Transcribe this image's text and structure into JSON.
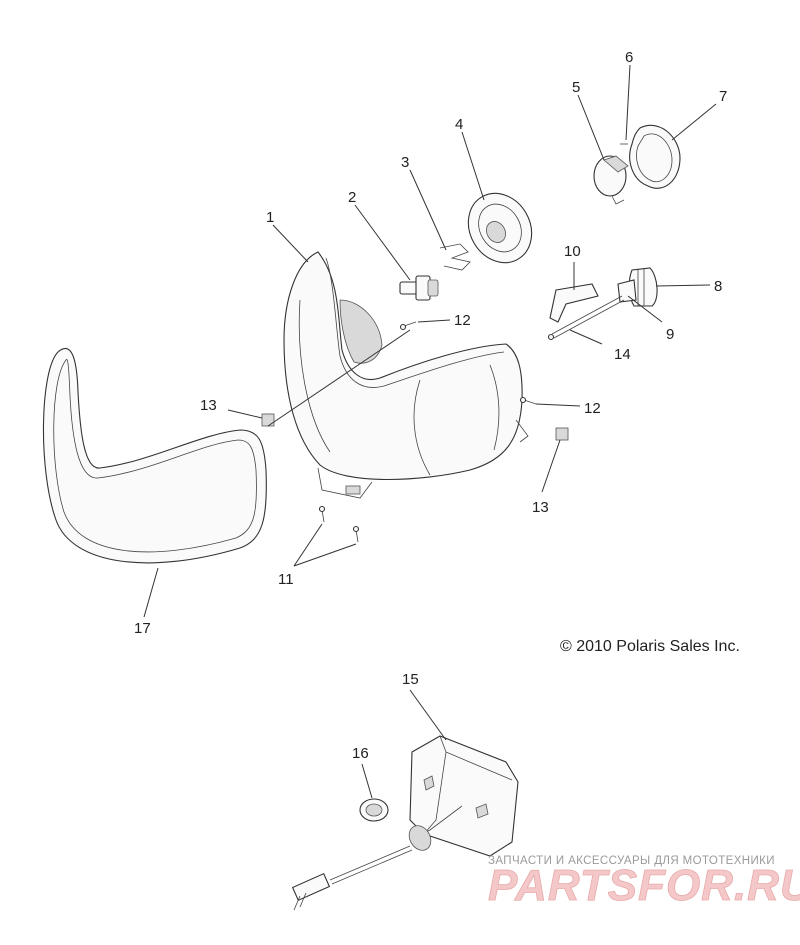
{
  "callouts": {
    "c1": "1",
    "c2": "2",
    "c3": "3",
    "c4": "4",
    "c5": "5",
    "c6": "6",
    "c7": "7",
    "c8": "8",
    "c9": "9",
    "c10": "10",
    "c11": "11",
    "c12a": "12",
    "c12b": "12",
    "c13a": "13",
    "c13b": "13",
    "c14": "14",
    "c15": "15",
    "c16": "16",
    "c17": "17"
  },
  "copyright": "© 2010 Polaris Sales Inc.",
  "watermark": {
    "tagline": "ЗАПЧАСТИ И АКСЕССУАРЫ ДЛЯ МОТОТЕХНИКИ",
    "logo": "PARTSFOR.RU"
  }
}
